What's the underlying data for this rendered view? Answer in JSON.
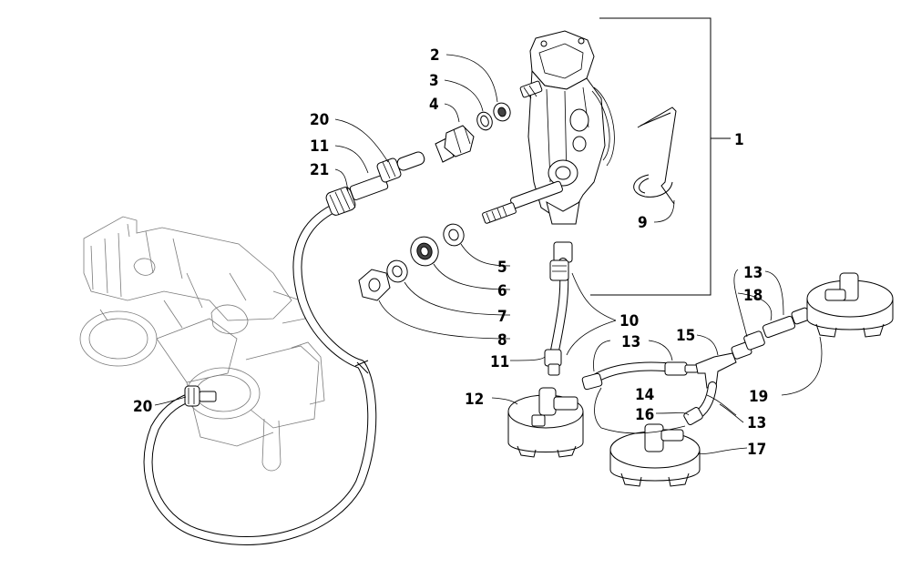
{
  "callouts": {
    "c1": "1",
    "c2": "2",
    "c3": "3",
    "c4": "4",
    "c5": "5",
    "c6": "6",
    "c7": "7",
    "c8": "8",
    "c9": "9",
    "c10": "10",
    "c11a": "11",
    "c11b": "11",
    "c12": "12",
    "c13a": "13",
    "c13b": "13",
    "c13c": "13",
    "c14": "14",
    "c15": "15",
    "c16": "16",
    "c17": "17",
    "c18": "18",
    "c19": "19",
    "c20a": "20",
    "c20b": "20",
    "c21": "21"
  },
  "colors": {
    "ink": "#000000",
    "ghost": "#7a7a7a",
    "paper": "#ffffff"
  }
}
